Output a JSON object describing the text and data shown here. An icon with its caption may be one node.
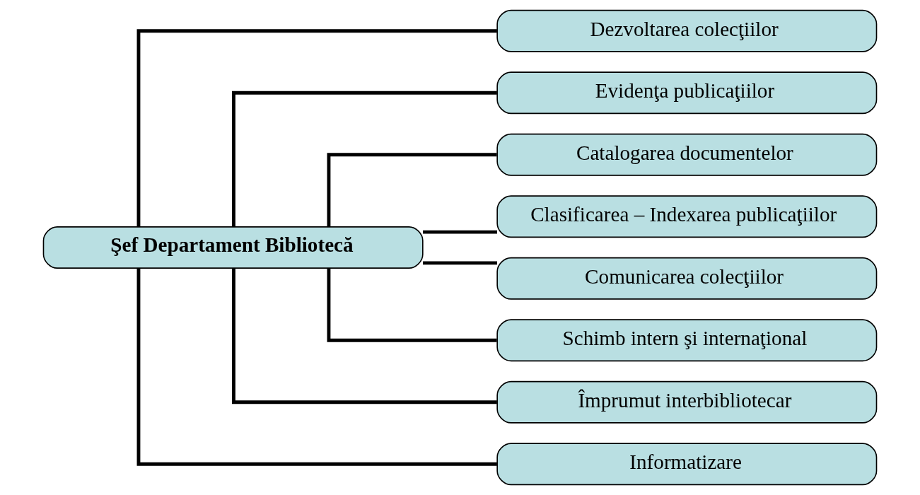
{
  "diagram": {
    "nodes": [
      {
        "text": [
          "Şef Departament Bibliotecă"
        ]
      },
      {
        "text": [
          "Dezvoltarea colecţiilor"
        ]
      },
      {
        "text": [
          "Evidenţa publicaţiilor"
        ]
      },
      {
        "text": [
          "Catalogarea documentelor"
        ]
      },
      {
        "text": [
          "Clasificarea – Indexarea publicaţiilor"
        ]
      },
      {
        "text": [
          "Comunicarea colecţiilor"
        ]
      },
      {
        "text": [
          "Schimb intern şi internaţional"
        ]
      },
      {
        "text": [
          "Împrumut interbibliotecar"
        ]
      },
      {
        "text": [
          "Informatizare"
        ]
      }
    ],
    "edges": [
      {
        "from": 0,
        "to": 1,
        "arrow": "none"
      },
      {
        "from": 0,
        "to": 2,
        "arrow": "none"
      },
      {
        "from": 0,
        "to": 3,
        "arrow": "none"
      },
      {
        "from": 0,
        "to": 4,
        "arrow": "none"
      },
      {
        "from": 0,
        "to": 5,
        "arrow": "none"
      },
      {
        "from": 0,
        "to": 6,
        "arrow": "none"
      },
      {
        "from": 0,
        "to": 7,
        "arrow": "none"
      },
      {
        "from": 0,
        "to": 8,
        "arrow": "none"
      }
    ]
  }
}
